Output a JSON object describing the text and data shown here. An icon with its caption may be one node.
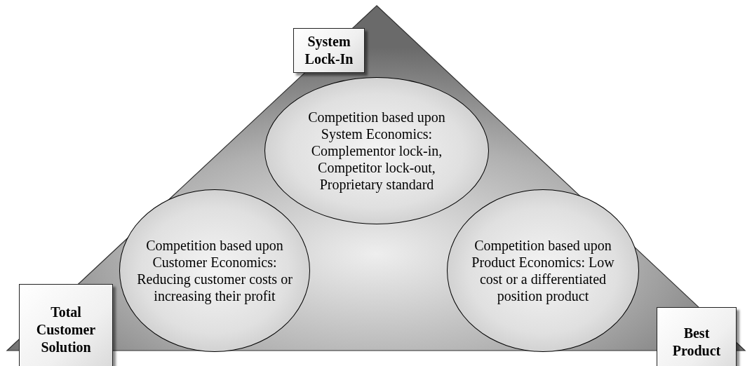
{
  "diagram": {
    "nodes": [
      {
        "text": [
          "System Lock-In"
        ]
      },
      {
        "text": [
          "Competition based upon System Economics: Complementor lock-in, Competitor lock-out, Proprietary standard"
        ]
      },
      {
        "text": [
          "Competition based upon Customer Economics: Reducing customer costs or increasing their profit"
        ]
      },
      {
        "text": [
          "Competition based upon Product Economics: Low cost or a differentiated position product"
        ]
      },
      {
        "text": [
          "Total Customer Solution"
        ]
      },
      {
        "text": [
          "Best Product"
        ]
      }
    ]
  }
}
